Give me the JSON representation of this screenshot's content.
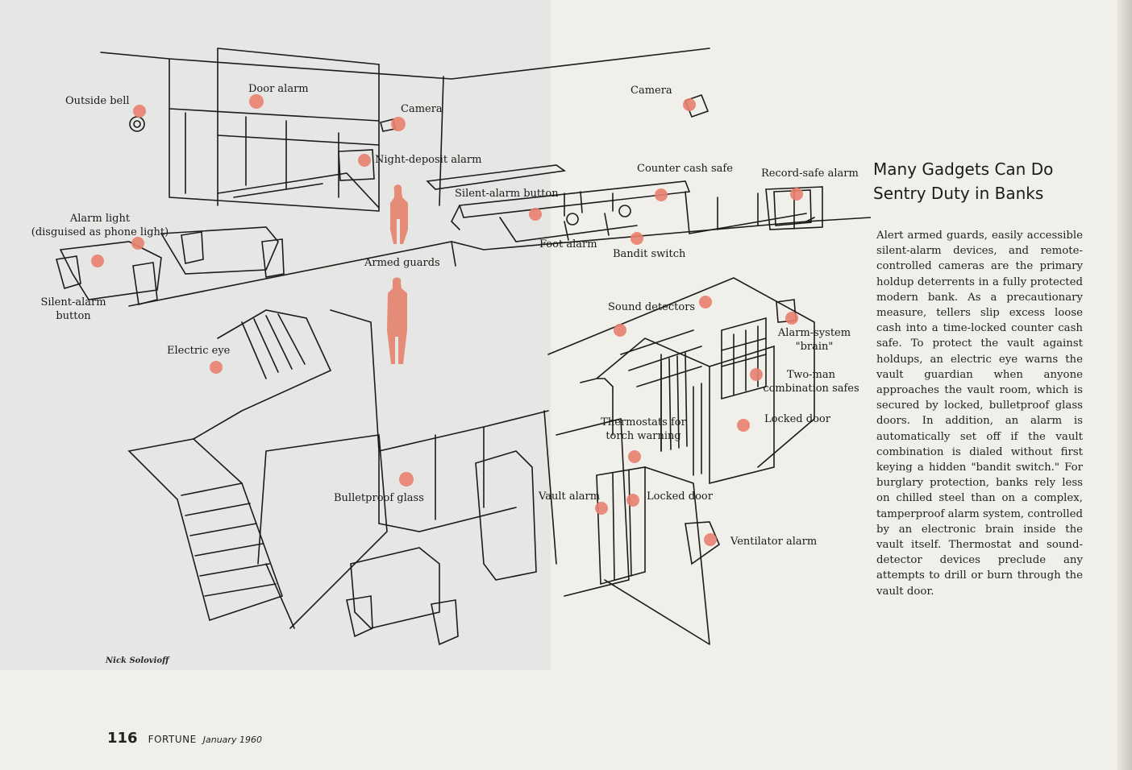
{
  "labels": {
    "outside_bell": "Outside bell",
    "door_alarm": "Door alarm",
    "camera_left": "Camera",
    "night_deposit_alarm": "Night-deposit alarm",
    "alarm_light_line1": "Alarm light",
    "alarm_light_line2": "(disguised as phone light)",
    "silent_alarm_button_line1": "Silent-alarm",
    "silent_alarm_button_line2": "button",
    "armed_guards": "Armed guards",
    "electric_eye": "Electric eye",
    "camera_right": "Camera",
    "counter_cash_safe": "Counter cash safe",
    "record_safe_alarm": "Record-safe alarm",
    "silent_alarm_button_counter": "Silent-alarm button",
    "foot_alarm": "Foot alarm",
    "bandit_switch": "Bandit switch",
    "sound_detectors": "Sound detectors",
    "alarm_system_brain_line1": "Alarm-system",
    "alarm_system_brain_line2": "\"brain\"",
    "two_man_safes_line1": "Two-man",
    "two_man_safes_line2": "combination safes",
    "locked_door_inner": "Locked door",
    "thermostats_line1": "Thermostats for",
    "thermostats_line2": "torch warning",
    "bulletproof_glass": "Bulletproof glass",
    "vault_alarm": "Vault alarm",
    "locked_door_vault": "Locked door",
    "ventilator_alarm": "Ventilator alarm"
  },
  "article": {
    "headline_line1": "Many Gadgets Can Do",
    "headline_line2": "Sentry Duty in Banks",
    "body": "Alert armed guards, easily accessible silent-alarm devices, and remote-controlled cameras are the primary holdup deterrents in a fully protected modern bank. As a precautionary measure, tellers slip excess loose cash into a time-locked counter cash safe. To protect the vault against holdups, an electric eye warns the vault guardian when anyone approaches the vault room, which is secured by locked, bulletproof glass doors. In addition, an alarm is automatically set off if the vault combination is dialed without first keying a hidden \"bandit switch.\" For burglary protection, banks rely less on chilled steel than on a complex, tamperproof alarm system, controlled by an electronic brain inside the vault itself. Thermostat and sound-detector devices preclude any attempts to drill or burn through the vault door."
  },
  "credit": "Nick Solovioff",
  "folio": {
    "page_number": "116",
    "magazine": "FORTUNE",
    "date": "January 1960"
  },
  "colors": {
    "marker": "#e9806f",
    "guard": "#e48c78",
    "ink": "#1c1b19",
    "paper": "#f1efea",
    "panel": "#e6e7e5"
  }
}
